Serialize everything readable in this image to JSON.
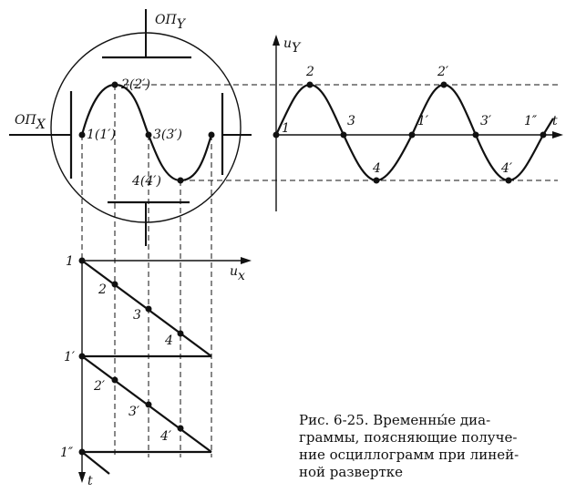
{
  "labels": {
    "op_y": "ОП",
    "op_y_sub": "Y",
    "op_x": "ОП",
    "op_x_sub": "X",
    "axis_uy": "u",
    "axis_uy_sub": "Y",
    "axis_t_top": "t",
    "axis_ux": "u",
    "axis_ux_sub": "x",
    "axis_t_bottom": "t",
    "screen_points": [
      "1(1′)",
      "2(2′)",
      "3(3′)",
      "4(4′)"
    ],
    "wave_points": [
      "1",
      "2",
      "3",
      "4",
      "1′",
      "2′",
      "3′",
      "4′",
      "1″"
    ],
    "sweep_points_left": [
      "1",
      "1′",
      "1″"
    ],
    "sweep_points_diag": [
      "2",
      "3",
      "4",
      "2′",
      "3′",
      "4′"
    ]
  },
  "caption": {
    "line1": "Рис. 6-25. Временны́е диа-",
    "line2": "граммы, поясняющие получе-",
    "line3": "ние осциллограмм при линей-",
    "line4": "ной развертке"
  }
}
